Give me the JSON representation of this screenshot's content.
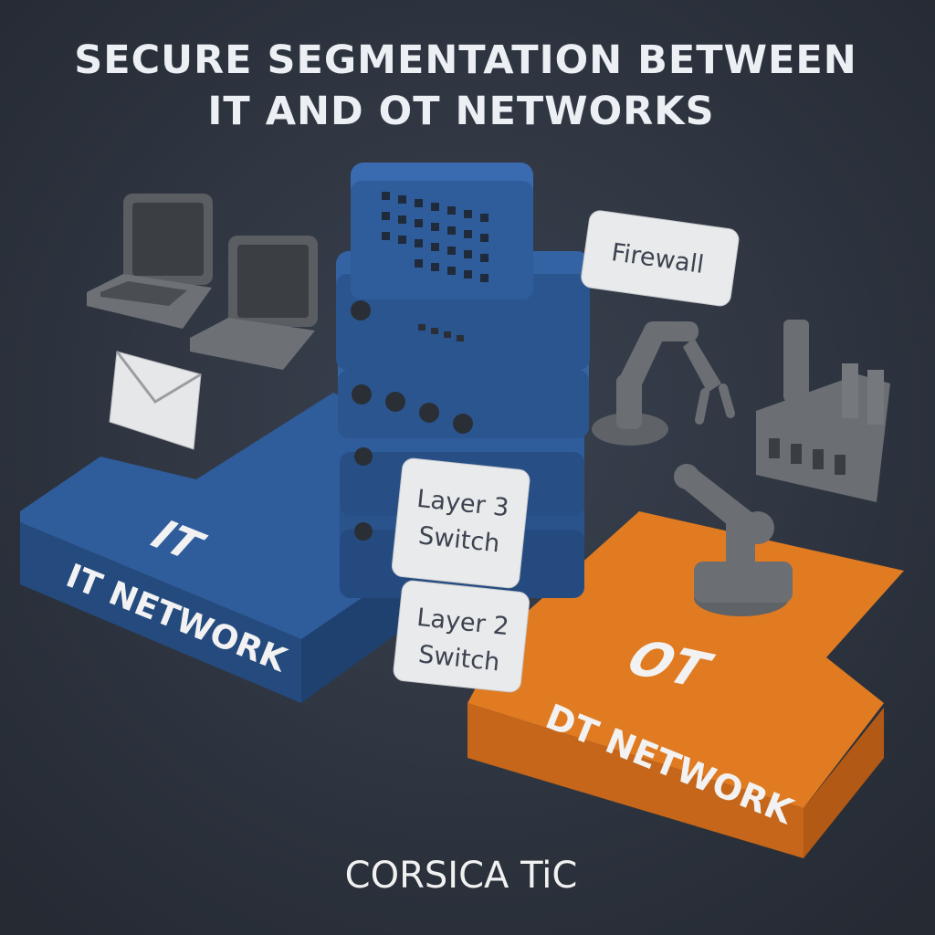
{
  "title": {
    "line1": "SECURE SEGMENTATION BETWEEN",
    "line2": "IT AND OT NETWORKS"
  },
  "it_platform": {
    "badge": "IT",
    "label": "IT NETWORK"
  },
  "ot_platform": {
    "badge": "OT",
    "label": "DT NETWORK"
  },
  "labels": {
    "firewall": "Firewall",
    "layer3": {
      "line1": "Layer 3",
      "line2": "Switch"
    },
    "layer2": {
      "line1": "Layer 2",
      "line2": "Switch"
    }
  },
  "brand": "CORSICA TiC",
  "colors": {
    "background": "#2c323d",
    "it_blue": "#2f5c9a",
    "ot_orange": "#e07b22",
    "device_gray": "#6b6e72"
  }
}
